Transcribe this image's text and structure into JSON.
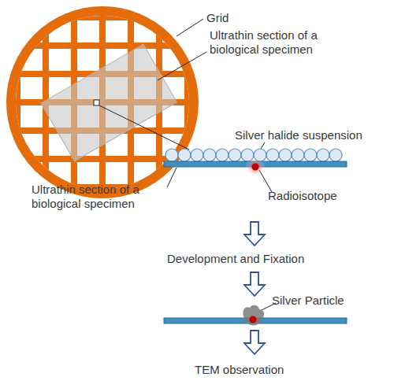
{
  "diagram": {
    "labels": [
      "Grid",
      "Ultrathin section of a biological specimen",
      "Silver halide suspension",
      "Ultrathin section of a biological specimen",
      "Radioisotope",
      "Development and Fixation",
      "Silver Particle",
      "TEM observation"
    ]
  }
}
